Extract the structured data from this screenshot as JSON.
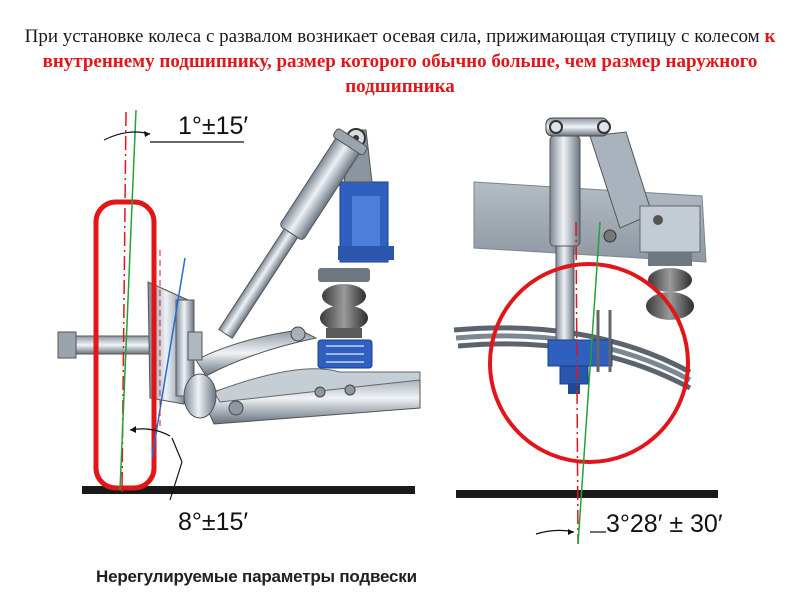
{
  "heading": {
    "part1": "При установке колеса с развалом возникает осевая сила, прижимающая ступицу с колесом ",
    "part2_highlight": "к внутреннему подшипнику, размер которого обычно больше, чем размер наружного подшипника"
  },
  "labels": {
    "camber": "1°±15′",
    "king_pin": "8°±15′",
    "caster": "3°28′ ± 30′"
  },
  "caption": "Нерегулируемые параметры подвески",
  "colors": {
    "highlight": "#e0161b",
    "wheel_outline": "#e0161b",
    "axis_red": "#e0161b",
    "axis_green": "#21a33a",
    "axis_blue": "#1e6fd9",
    "bracket": "#2f5fbf",
    "ground": "#1a1a1a"
  },
  "icons": [
    "camber-arrow-icon",
    "kingpin-arrow-icon",
    "caster-arrow-icon"
  ]
}
